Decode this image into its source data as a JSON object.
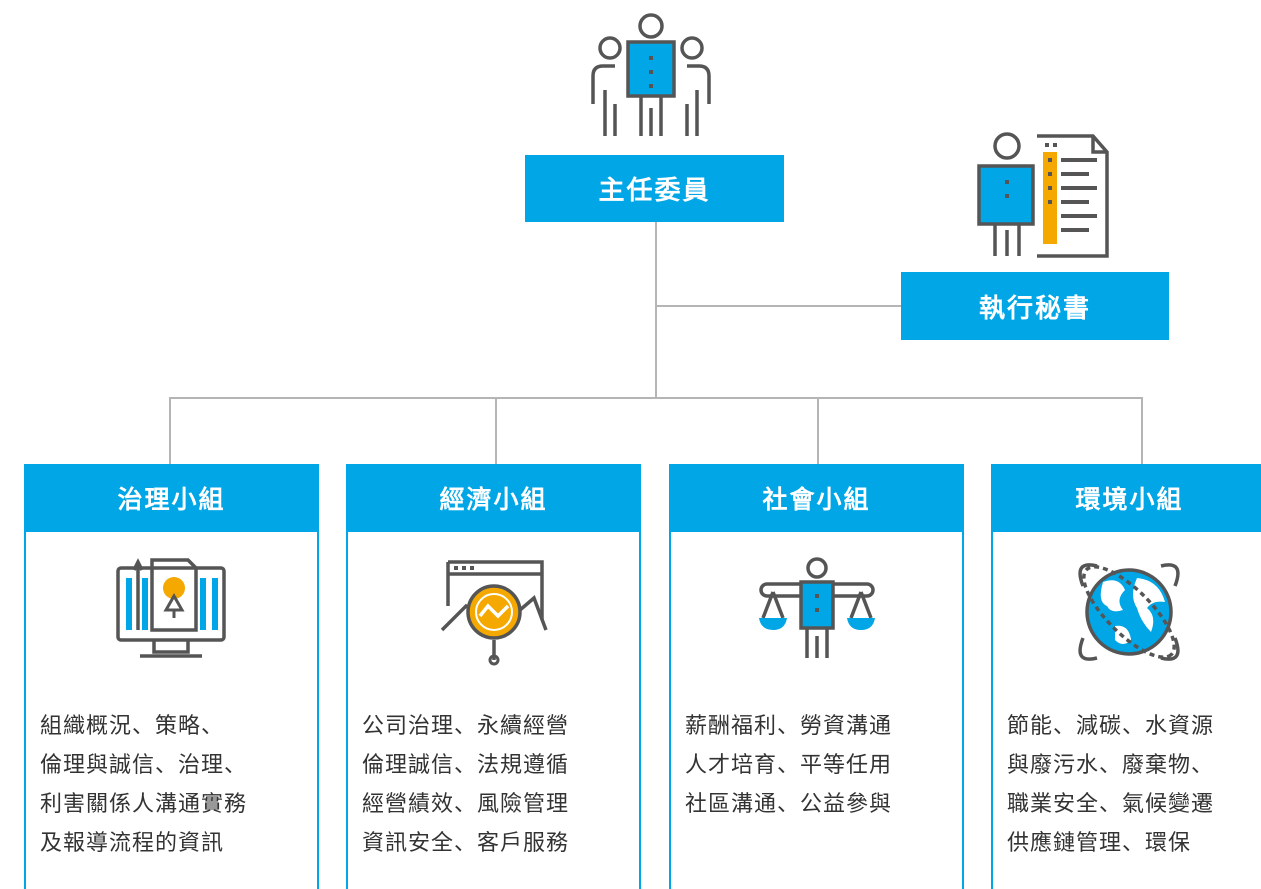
{
  "chair": {
    "title": "主任委員",
    "icon": "committee-people-icon"
  },
  "secretary": {
    "title": "執行秘書",
    "icon": "secretary-checklist-icon"
  },
  "groups": [
    {
      "title": "治理小組",
      "icon": "governance-monitor-icon",
      "lines": [
        "組織概況、策略、",
        "倫理與誠信、治理、",
        "利害關係人溝通實務",
        "及報導流程的資訊"
      ]
    },
    {
      "title": "經濟小組",
      "icon": "economy-analytics-icon",
      "lines": [
        "公司治理、永續經營",
        "倫理誠信、法規遵循",
        "經營績效、風險管理",
        "資訊安全、客戶服務"
      ]
    },
    {
      "title": "社會小組",
      "icon": "social-balance-scale-icon",
      "lines": [
        "薪酬福利、勞資溝通",
        "人才培育、平等任用",
        "社區溝通、公益參與"
      ]
    },
    {
      "title": "環境小組",
      "icon": "environment-globe-icon",
      "lines": [
        "節能、減碳、水資源",
        "與廢污水、廢棄物、",
        "職業安全、氣候變遷",
        "供應鏈管理、環保"
      ]
    }
  ],
  "colors": {
    "accent": "#00a6e6",
    "icon_dark": "#555555",
    "icon_highlight": "#f5a800",
    "connector": "#b5b5b5",
    "text": "#333333"
  }
}
